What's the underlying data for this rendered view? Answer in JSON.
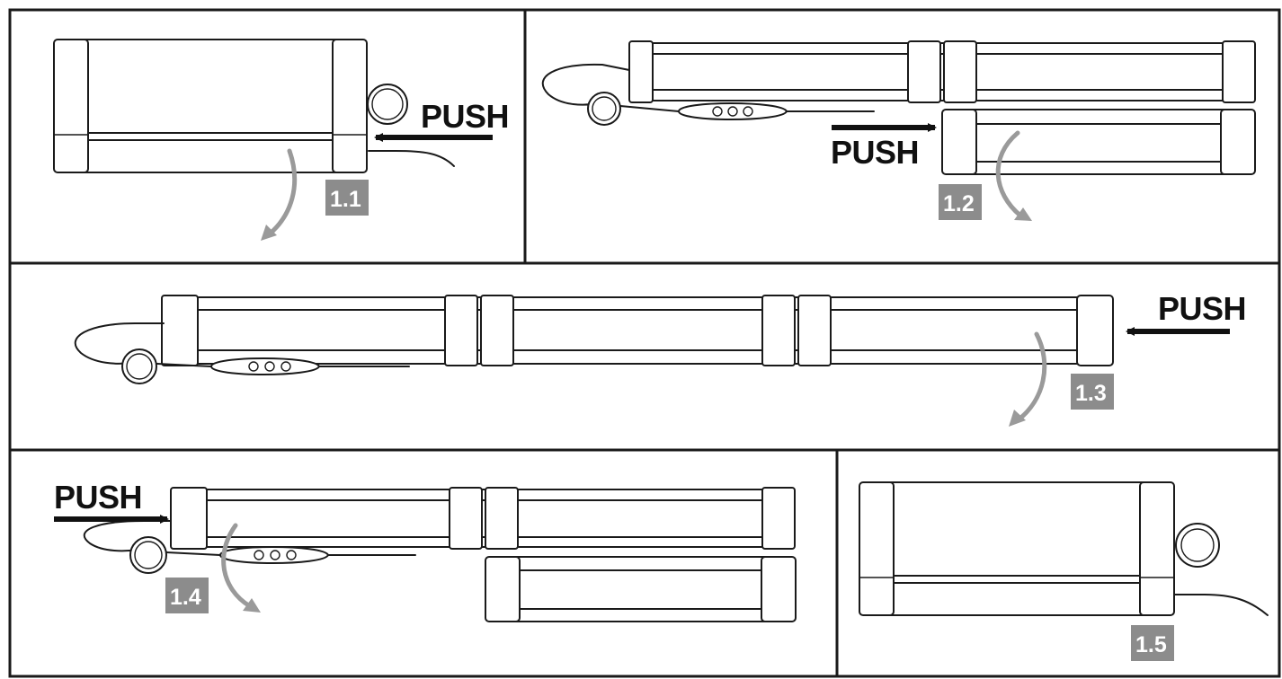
{
  "steps": [
    {
      "id": "1.1",
      "label": "1.1",
      "action": "PUSH"
    },
    {
      "id": "1.2",
      "label": "1.2",
      "action": "PUSH"
    },
    {
      "id": "1.3",
      "label": "1.3",
      "action": "PUSH"
    },
    {
      "id": "1.4",
      "label": "1.4",
      "action": "PUSH"
    },
    {
      "id": "1.5",
      "label": "1.5"
    }
  ],
  "colors": {
    "label_badge": "#8c8c8c",
    "curved_arrow": "#9a9a9a",
    "line_art": "#1a1a1a",
    "push_arrow": "#111111"
  },
  "icons": {
    "rotate_arrow": "curved-rotate-arrow-icon",
    "push_arrow": "push-arrow-icon",
    "controller": "three-button-remote-icon",
    "cable_coil": "coiled-cable-icon"
  }
}
